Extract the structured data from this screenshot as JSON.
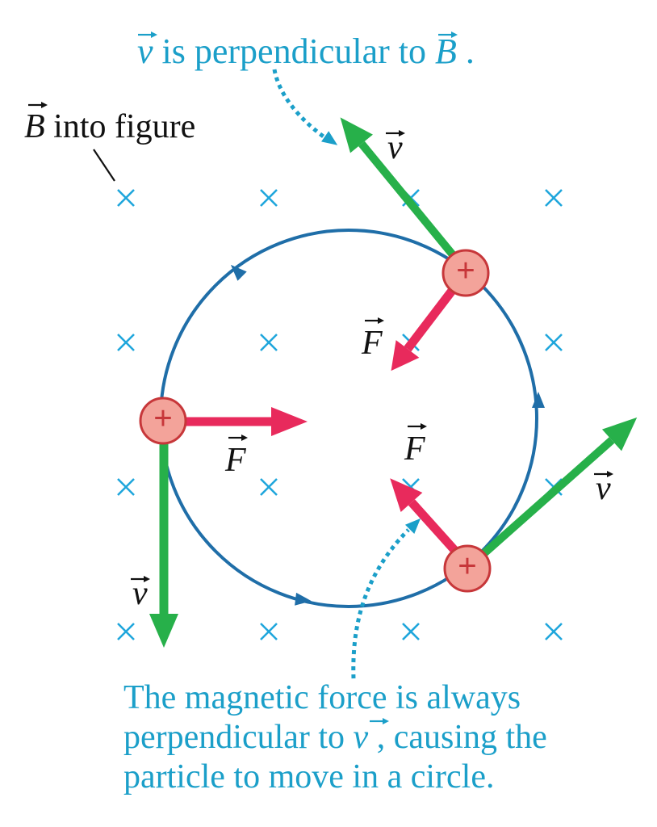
{
  "annotations": {
    "top_note": {
      "prefix": "v",
      "mid": " is perpendicular to ",
      "suffix": "B",
      "end": "."
    },
    "field_label": {
      "symbol": "B",
      "text": " into figure"
    },
    "bottom_note": {
      "line1": "The magnetic force is always",
      "line2_prefix": "perpendicular to ",
      "line2_symbol": "v",
      "line2_suffix": ", causing the",
      "line3": "particle to move in a circle."
    }
  },
  "vector_labels": {
    "velocity_top": "v",
    "velocity_right": "v",
    "velocity_left": "v",
    "force_top": "F",
    "force_left": "F",
    "force_bottom": "F"
  },
  "charge_symbol": "+",
  "colors": {
    "field_marks": "#1fa6dc",
    "orbit": "#1f6ea8",
    "velocity": "#27b04a",
    "force": "#e82a5c",
    "charge_fill": "#f3a39a",
    "charge_stroke": "#c7373a",
    "note_text": "#1b9fc9",
    "label_text": "#111111"
  }
}
